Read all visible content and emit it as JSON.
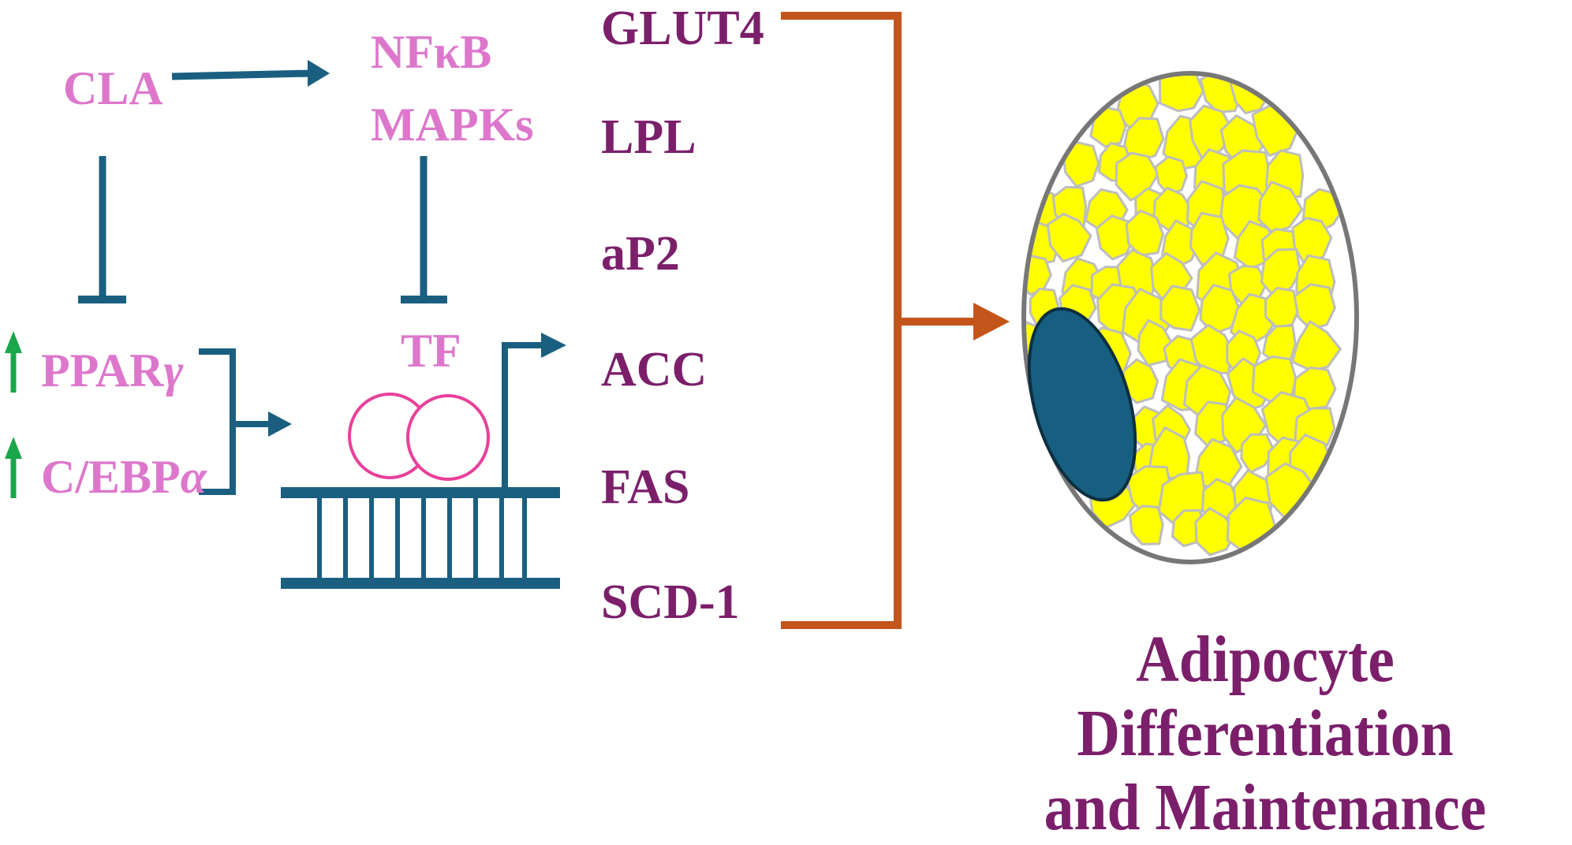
{
  "regulators": {
    "cla": "CLA",
    "nfkb": "NFκB",
    "mapks": "MAPKs",
    "tf": "TF",
    "ppar": "PPAR",
    "ppar_greek": "γ",
    "cebp": "C/EBP",
    "cebp_greek": "α"
  },
  "genes": [
    "GLUT4",
    "LPL",
    "aP2",
    "ACC",
    "FAS",
    "SCD-1"
  ],
  "outcome": {
    "line1": "Adipocyte Differentiation",
    "line2": "and Maintenance"
  },
  "colors": {
    "regulator_text": "#dd77cc",
    "gene_text": "#7b1f6b",
    "pathway": "#1a5f80",
    "outcome_arrow": "#c4551a",
    "upregulation_arrow": "#1aa64a",
    "tf_circles": "#e8409a",
    "lipid_droplets": "#ffff00",
    "nucleus": "#175f80",
    "cell_border": "#777777"
  }
}
